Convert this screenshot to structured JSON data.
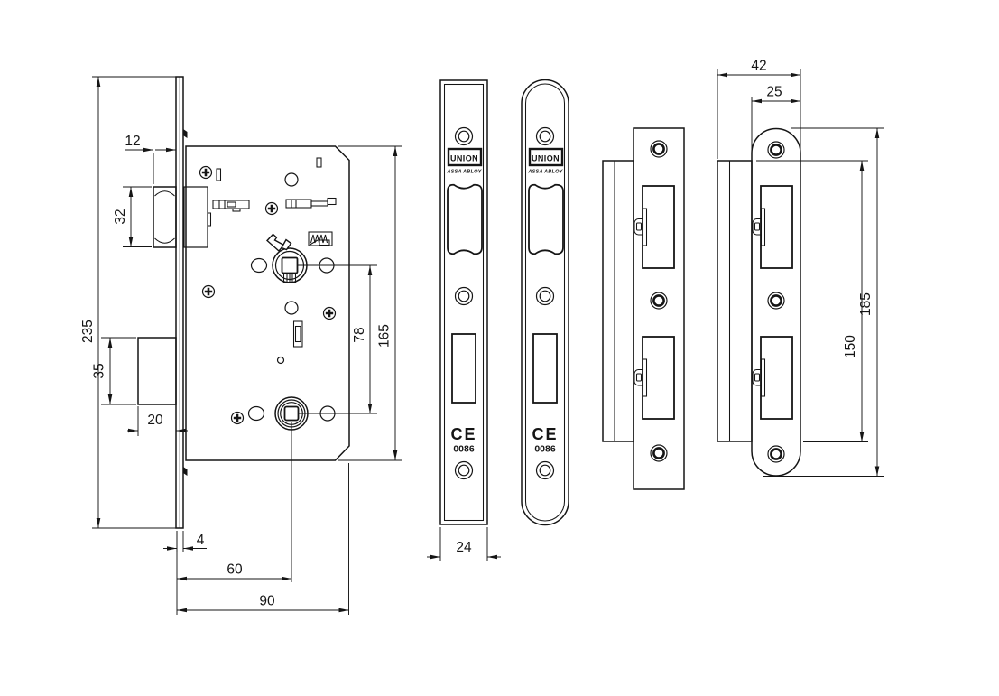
{
  "colors": {
    "ink": "#151515",
    "paper": "#ffffff"
  },
  "lock_body_view": {
    "dim_latch_protrusion": "12",
    "dim_latch_bolt_height": "32",
    "dim_forend_length": "235",
    "dim_deadbolt_height": "35",
    "dim_deadbolt_throw": "20",
    "dim_forend_thickness": "4",
    "dim_backset": "60",
    "dim_case_depth": "90",
    "dim_follower_centres": "78",
    "dim_case_height": "165"
  },
  "faceplate_view": {
    "brand": "UNION",
    "brand_sub": "ASSA ABLOY",
    "ce_mark": "CE",
    "ce_number": "0086",
    "dim_width": "24"
  },
  "strike_plate_view": {
    "dim_overall_width": "42",
    "dim_plate_width": "25",
    "dim_lip_length": "150",
    "dim_overall_length": "185"
  }
}
